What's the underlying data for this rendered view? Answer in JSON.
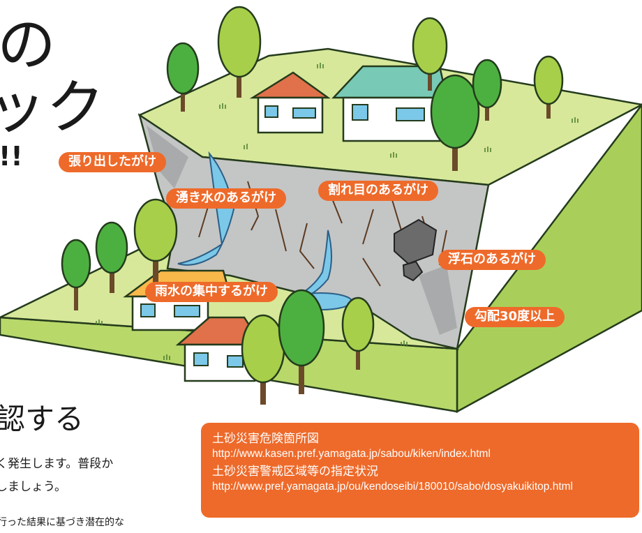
{
  "heading": {
    "line1": "の",
    "line2": "ック",
    "line3": "!!",
    "line4": "認する"
  },
  "body": {
    "line1": "く発生します。普段か",
    "line2": "しましょう。",
    "line3": "行った結果に基づき潜在的な"
  },
  "labels": {
    "overhang": "張り出したがけ",
    "spring_water": "湧き水のあるがけ",
    "cracks": "割れ目のあるがけ",
    "loose_rock": "浮石のあるがけ",
    "rainwater": "雨水の集中するがけ",
    "slope_angle": "勾配30度以上"
  },
  "info": {
    "title1": "土砂災害危険箇所図",
    "url1": "http://www.kasen.pref.yamagata.jp/sabou/kiken/index.html",
    "title2": "土砂災害警戒区域等の指定状況",
    "url2": "http://www.pref.yamagata.jp/ou/kendoseibi/180010/sabo/dosyakuikitop.html"
  },
  "colors": {
    "label_bg": "#ee6a2a",
    "grass": "#d7e89a",
    "cliff": "#bfc0c0",
    "water": "#7cc8e8"
  }
}
